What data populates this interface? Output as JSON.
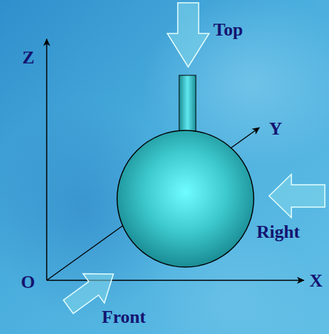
{
  "diagram": {
    "labels": [
      "Top",
      "Z",
      "Y",
      "Right",
      "O",
      "X",
      "Front"
    ]
  }
}
